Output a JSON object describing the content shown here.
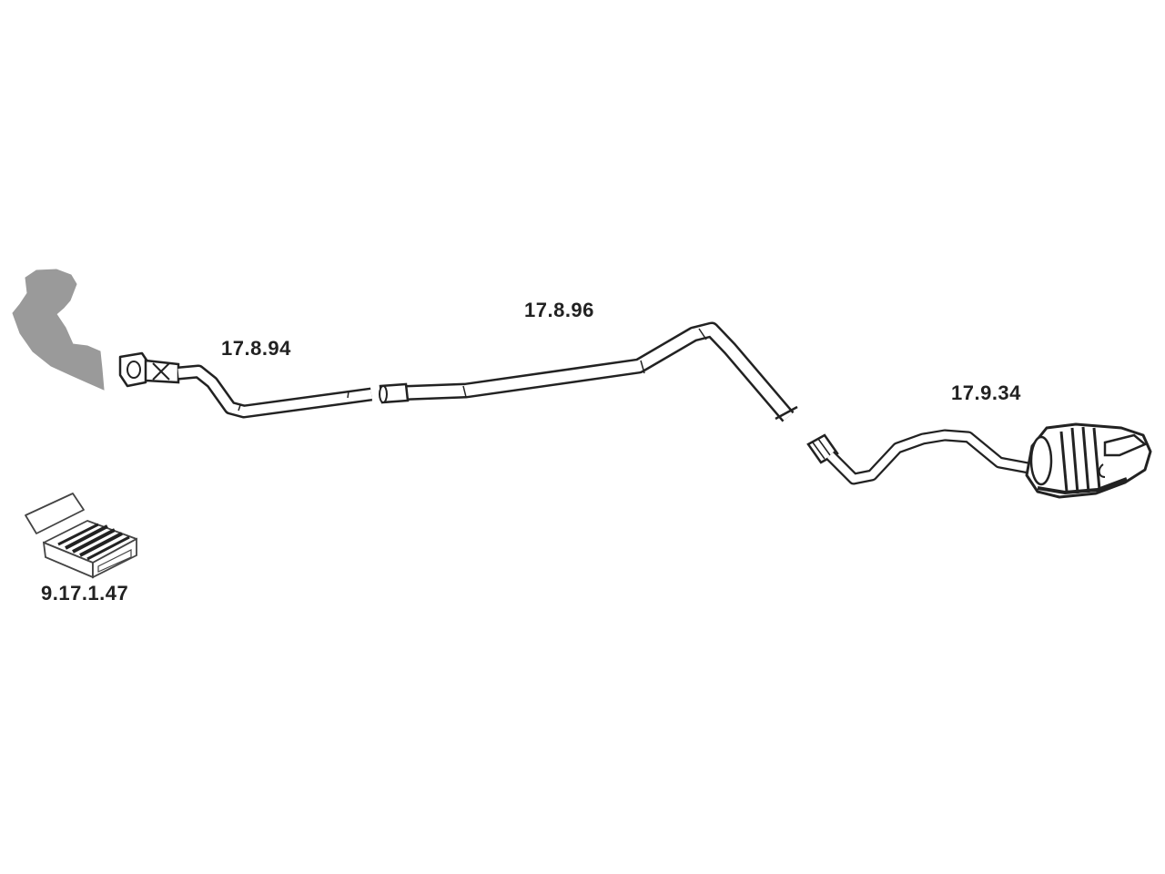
{
  "parts": {
    "front_pipe": {
      "part_number": "17.8.94"
    },
    "middle_pipe": {
      "part_number": "17.8.96"
    },
    "rear_silencer": {
      "part_number": "17.9.34"
    },
    "mounting_kit": {
      "part_number": "9.17.1.47"
    }
  },
  "colors": {
    "outline": "#222222",
    "pipe_fill": "#ffffff",
    "engine_silhouette": "#9a9a9a",
    "label": "#222222"
  }
}
